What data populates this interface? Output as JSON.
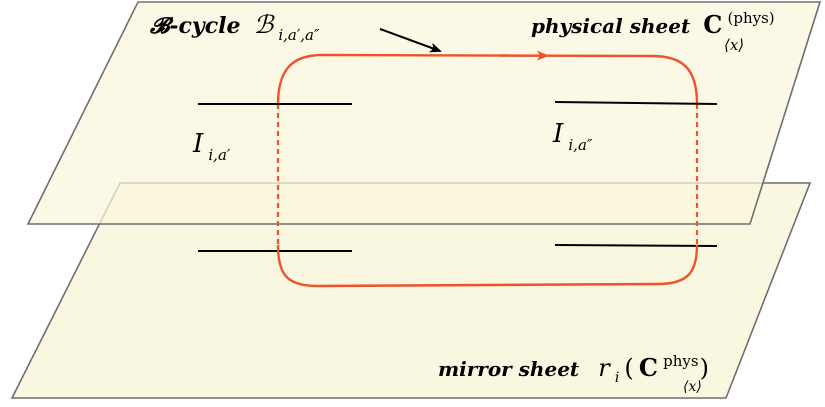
{
  "diagram": {
    "colors": {
      "sheet_fill": "#f9f6dc",
      "sheet_stroke": "#6f6f6f",
      "cycle": "#f0522a",
      "interval": "#000000"
    },
    "labels": {
      "b_cycle_word": "𝓑-cycle",
      "b_cycle_symbol": "ℬ",
      "b_cycle_subscript": "i,a′,a″",
      "physical_sheet_word": "physical sheet",
      "physical_sheet_symbol": "C",
      "physical_sheet_sup": "(phys)",
      "physical_sheet_sub": "⟨x⟩",
      "interval_left": "I",
      "interval_left_sub": "i,a′",
      "interval_right": "I",
      "interval_right_sub": "i,a″",
      "mirror_sheet_word": "mirror sheet",
      "mirror_sheet_map": "r",
      "mirror_sheet_map_sub": "i",
      "mirror_sheet_open": "(",
      "mirror_sheet_symbol": "C",
      "mirror_sheet_sup": "phys",
      "mirror_sheet_sub": "⟨x⟩",
      "mirror_sheet_close": ")"
    }
  }
}
